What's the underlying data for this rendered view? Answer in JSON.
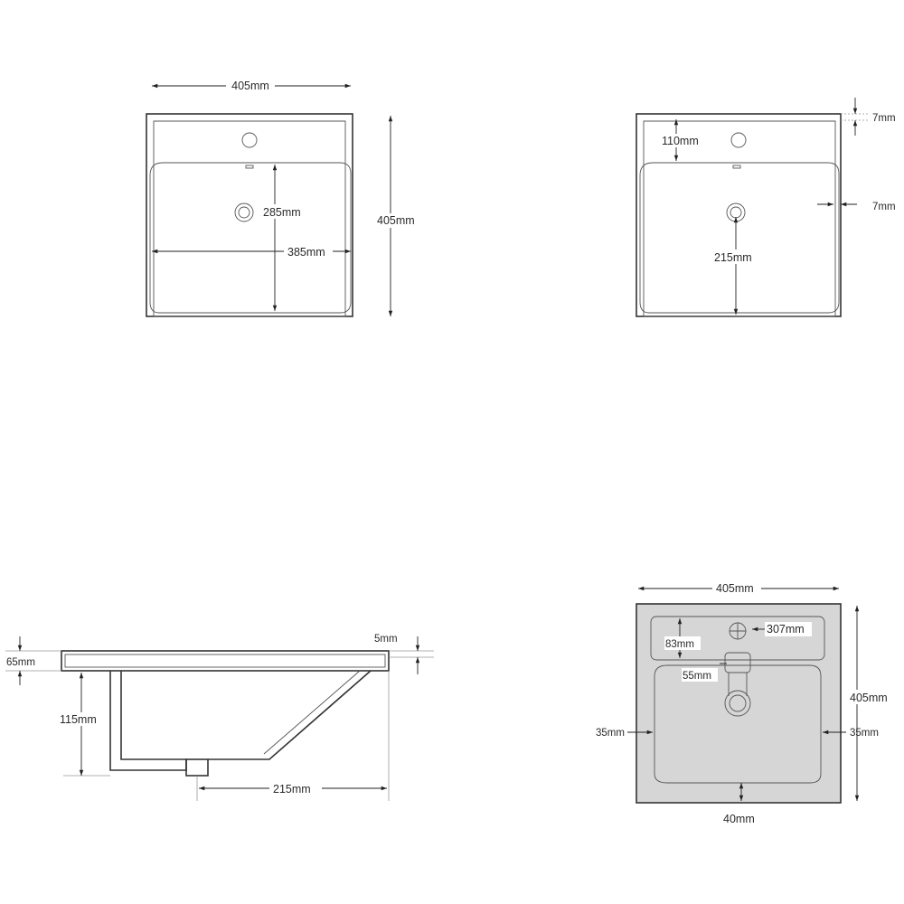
{
  "views": {
    "top_left": {
      "width": "405mm",
      "height": "405mm",
      "bowl_width": "385mm",
      "bowl_depth": "285mm"
    },
    "top_right": {
      "tap_offset": "110mm",
      "rim_top": "7mm",
      "rim_side": "7mm",
      "drain_offset": "215mm"
    },
    "side": {
      "top_thickness": "65mm",
      "rim_thickness": "5mm",
      "bowl_depth": "115mm",
      "drain_offset": "215mm"
    },
    "plan": {
      "width": "405mm",
      "height": "405mm",
      "deck_length": "307mm",
      "deck_depth": "83mm",
      "tap_size": "55mm",
      "left_margin": "35mm",
      "right_margin": "35mm",
      "front_margin": "40mm"
    }
  },
  "colors": {
    "line": "#333333",
    "dimension": "#222222",
    "fill_shaded": "#d6d6d6"
  }
}
